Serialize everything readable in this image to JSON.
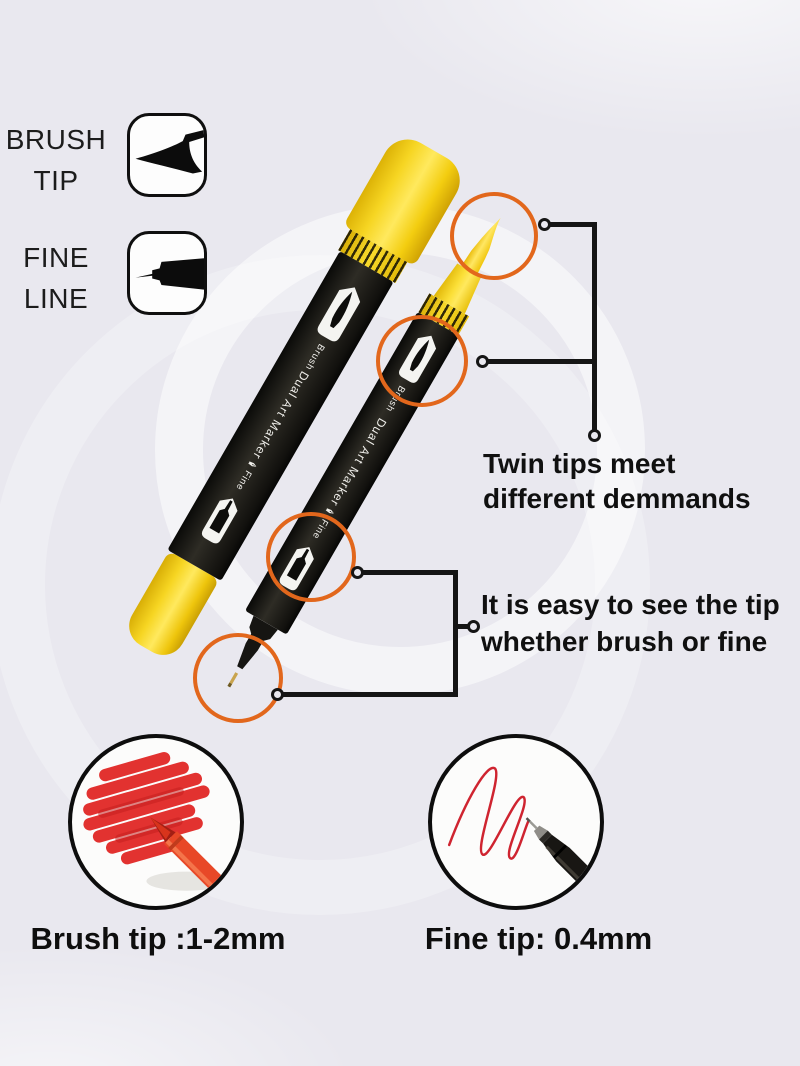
{
  "colors": {
    "background": "#e9e8ef",
    "accent_orange": "#e2671c",
    "marker_yellow": "#f6d522",
    "pen_black": "#14120f",
    "ink_red": "#d92b2b"
  },
  "legend": {
    "brush": {
      "line1": "BRUSH",
      "line2": "TIP"
    },
    "fine": {
      "line1": "FINE",
      "line2": "LINE"
    }
  },
  "pen": {
    "brand": "Dual Art Marker",
    "brand_nib_icon": "✒",
    "brush_label": "Brush",
    "fine_label": "Fine"
  },
  "callouts": {
    "twin_tips": {
      "line1": "Twin tips meet",
      "line2": "different demmands"
    },
    "easy_tip": {
      "line1": "It is easy to see the tip",
      "line2": "whether brush or fine"
    }
  },
  "specs": {
    "brush_tip": "Brush tip :1-2mm",
    "fine_tip": "Fine tip: 0.4mm"
  }
}
